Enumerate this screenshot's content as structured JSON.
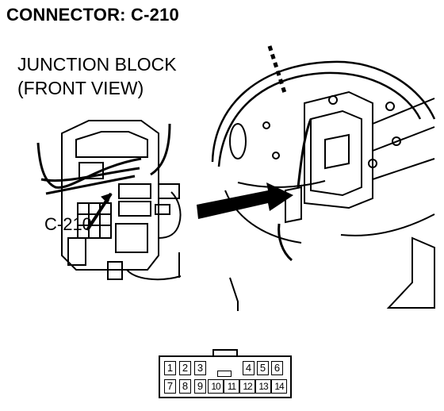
{
  "title": "CONNECTOR: C-210",
  "view_label_line1": "JUNCTION BLOCK",
  "view_label_line2": "(FRONT VIEW)",
  "callout_label": "C-210",
  "connector": {
    "top_row": [
      "1",
      "2",
      "3",
      "",
      "",
      "4",
      "5",
      "6"
    ],
    "bottom_row": [
      "7",
      "8",
      "9",
      "10",
      "11",
      "12",
      "13",
      "14"
    ]
  }
}
